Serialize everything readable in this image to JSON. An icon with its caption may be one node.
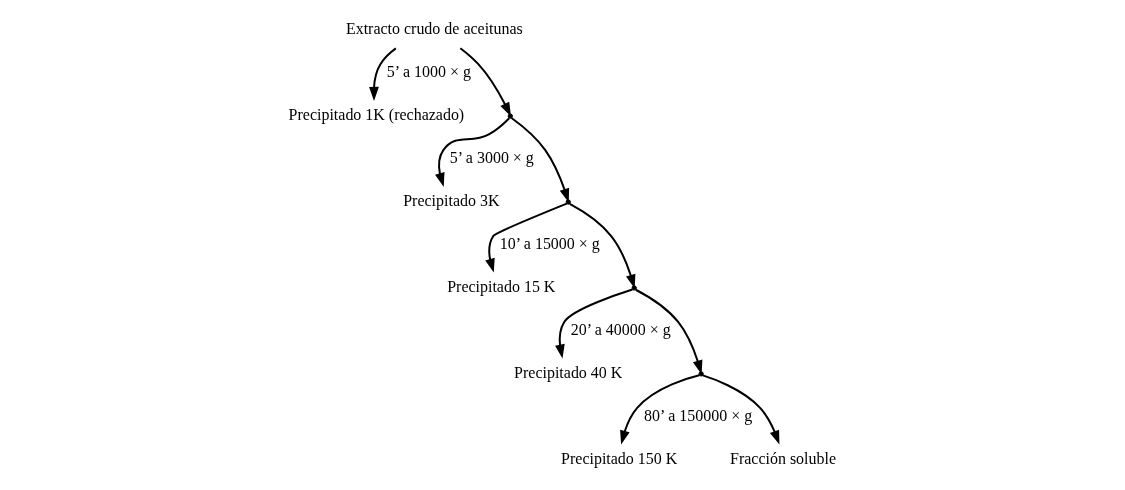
{
  "diagram": {
    "nodes": [
      {
        "text": [
          "Extracto crudo de aceitunas"
        ]
      },
      {
        "text": [
          "Precipitado 1K (rechazado)"
        ]
      },
      {
        "text": [],
        "shape": "point"
      },
      {
        "text": [
          "Precipitado 3K"
        ]
      },
      {
        "text": [],
        "shape": "point"
      },
      {
        "text": [
          "Precipitado 15 K"
        ]
      },
      {
        "text": [],
        "shape": "point"
      },
      {
        "text": [
          "Precipitado 40 K"
        ]
      },
      {
        "text": [],
        "shape": "point"
      },
      {
        "text": [
          "Precipitado 150 K"
        ]
      },
      {
        "text": [
          "Fracción soluble"
        ]
      }
    ],
    "edges": [
      {
        "from": 0,
        "to": 1,
        "arrow": "to",
        "label": "5’ a 1000 × g"
      },
      {
        "from": 0,
        "to": 2,
        "arrow": "to"
      },
      {
        "from": 2,
        "to": 3,
        "arrow": "to",
        "label": "5’ a 3000 × g"
      },
      {
        "from": 2,
        "to": 4,
        "arrow": "to"
      },
      {
        "from": 4,
        "to": 5,
        "arrow": "to",
        "label": "10’ a 15000 × g"
      },
      {
        "from": 4,
        "to": 6,
        "arrow": "to"
      },
      {
        "from": 6,
        "to": 7,
        "arrow": "to",
        "label": "20’ a 40000 × g"
      },
      {
        "from": 6,
        "to": 8,
        "arrow": "to"
      },
      {
        "from": 8,
        "to": 9,
        "arrow": "to",
        "label": "80’ a 150000 × g"
      },
      {
        "from": 8,
        "to": 10,
        "arrow": "to"
      }
    ]
  }
}
